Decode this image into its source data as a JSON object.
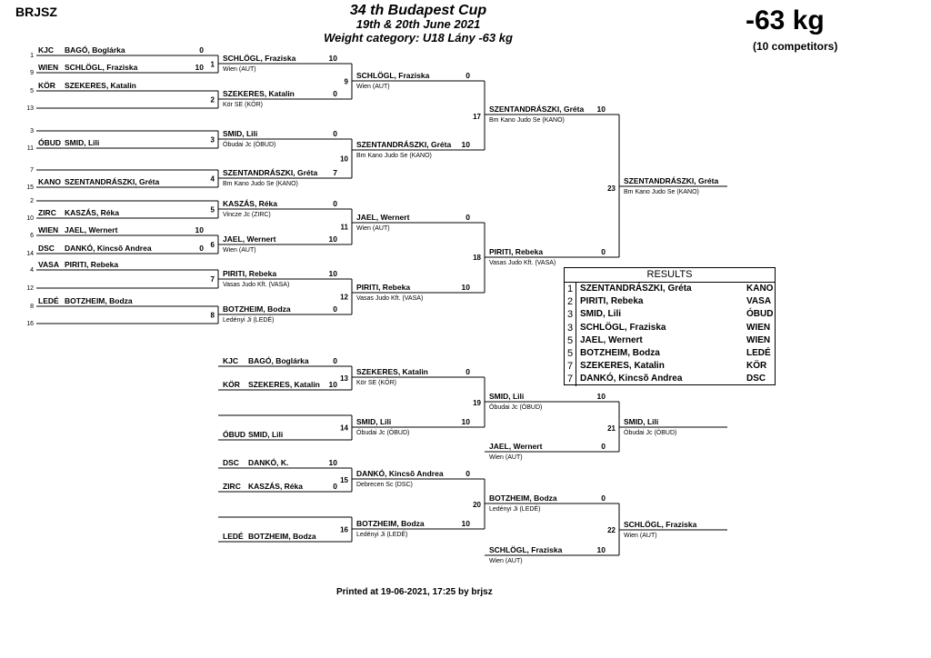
{
  "header": {
    "org": "BRJSZ",
    "title": "34 th Budapest Cup",
    "dates": "19th & 20th June 2021",
    "category": "Weight category: U18 Lány -63 kg",
    "weight": "-63 kg",
    "competitors": "(10 competitors)"
  },
  "footer": {
    "printed": "Printed at 19-06-2021, 17:25 by brjsz"
  },
  "draw": [
    {
      "seed": "1",
      "club": "KJC",
      "name": "BAGÓ, Boglárka",
      "score": "0"
    },
    {
      "seed": "9",
      "club": "WIEN",
      "name": "SCHLÖGL, Fraziska",
      "score": "10"
    },
    {
      "seed": "5",
      "club": "KÖR",
      "name": "SZEKERES, Katalin",
      "score": ""
    },
    {
      "seed": "13",
      "club": "",
      "name": "",
      "score": ""
    },
    {
      "seed": "3",
      "club": "",
      "name": "",
      "score": ""
    },
    {
      "seed": "11",
      "club": "ÓBUD",
      "name": "SMID, Lili",
      "score": ""
    },
    {
      "seed": "7",
      "club": "",
      "name": "",
      "score": ""
    },
    {
      "seed": "15",
      "club": "KANO",
      "name": "SZENTANDRÁSZKI, Gréta",
      "score": ""
    },
    {
      "seed": "2",
      "club": "",
      "name": "",
      "score": ""
    },
    {
      "seed": "10",
      "club": "ZIRC",
      "name": "KASZÁS, Réka",
      "score": ""
    },
    {
      "seed": "6",
      "club": "WIEN",
      "name": "JAEL, Wernert",
      "score": "10"
    },
    {
      "seed": "14",
      "club": "DSC",
      "name": "DANKÓ, Kincsõ Andrea",
      "score": "0"
    },
    {
      "seed": "4",
      "club": "VASA",
      "name": "PIRITI, Rebeka",
      "score": ""
    },
    {
      "seed": "12",
      "club": "",
      "name": "",
      "score": ""
    },
    {
      "seed": "8",
      "club": "LEDÉ",
      "name": "BOTZHEIM, Bodza",
      "score": ""
    },
    {
      "seed": "16",
      "club": "",
      "name": "",
      "score": ""
    }
  ],
  "round1": [
    {
      "no": "1",
      "name": "SCHLÖGL, Fraziska",
      "club": "Wien (AUT)",
      "score": "10"
    },
    {
      "no": "2",
      "name": "SZEKERES, Katalin",
      "club": "Kör SE (KÖR)",
      "score": "0"
    },
    {
      "no": "3",
      "name": "SMID, Lili",
      "club": "Óbudai Jc (ÓBUD)",
      "score": "0"
    },
    {
      "no": "4",
      "name": "SZENTANDRÁSZKI, Gréta",
      "club": "Bm Kano Judo Se (KANO)",
      "score": "7"
    },
    {
      "no": "5",
      "name": "KASZÁS, Réka",
      "club": "Vincze Jc (ZIRC)",
      "score": "0"
    },
    {
      "no": "6",
      "name": "JAEL, Wernert",
      "club": "Wien (AUT)",
      "score": "10"
    },
    {
      "no": "7",
      "name": "PIRITI, Rebeka",
      "club": "Vasas Judo Kft. (VASA)",
      "score": "10"
    },
    {
      "no": "8",
      "name": "BOTZHEIM, Bodza",
      "club": "Ledényi Ji (LEDÉ)",
      "score": "0"
    }
  ],
  "round2": [
    {
      "no": "9",
      "name": "SCHLÖGL, Fraziska",
      "club": "Wien (AUT)",
      "score": "0"
    },
    {
      "no": "10",
      "name": "SZENTANDRÁSZKI, Gréta",
      "club": "Bm Kano Judo Se (KANO)",
      "score": "10"
    },
    {
      "no": "11",
      "name": "JAEL, Wernert",
      "club": "Wien (AUT)",
      "score": "0"
    },
    {
      "no": "12",
      "name": "PIRITI, Rebeka",
      "club": "Vasas Judo Kft. (VASA)",
      "score": "10"
    }
  ],
  "semis": [
    {
      "no": "17",
      "name": "SZENTANDRÁSZKI, Gréta",
      "club": "Bm Kano Judo Se (KANO)",
      "score": "10"
    },
    {
      "no": "18",
      "name": "PIRITI, Rebeka",
      "club": "Vasas Judo Kft. (VASA)",
      "score": "0"
    }
  ],
  "final": {
    "no": "23",
    "name": "SZENTANDRÁSZKI, Gréta",
    "club": "Bm Kano Judo Se (KANO)"
  },
  "repechage_entries": [
    {
      "club": "KJC",
      "name": "BAGÓ, Boglárka",
      "score": "0"
    },
    {
      "club": "KÖR",
      "name": "SZEKERES, Katalin",
      "score": "10"
    },
    {
      "club": "ÓBUD",
      "name": "SMID, Lili",
      "score": ""
    },
    {
      "club": "DSC",
      "name": "DANKÓ, K.",
      "score": "10"
    },
    {
      "club": "ZIRC",
      "name": "KASZÁS, Réka",
      "score": "0"
    },
    {
      "club": "LEDÉ",
      "name": "BOTZHEIM, Bodza",
      "score": ""
    }
  ],
  "repechage_r1": [
    {
      "no": "13",
      "name": "SZEKERES, Katalin",
      "club": "Kör SE (KÖR)",
      "score": "0"
    },
    {
      "no": "14",
      "name": "SMID, Lili",
      "club": "Óbudai Jc (ÓBUD)",
      "score": "10"
    },
    {
      "no": "15",
      "name": "DANKÓ, Kincsõ Andrea",
      "club": "Debrecen Sc (DSC)",
      "score": "0"
    },
    {
      "no": "16",
      "name": "BOTZHEIM, Bodza",
      "club": "Ledényi Ji (LEDÉ)",
      "score": "10"
    }
  ],
  "repechage_r2": [
    {
      "no": "19",
      "name": "SMID, Lili",
      "club": "Óbudai Jc (ÓBUD)",
      "score": "10"
    },
    {
      "no": "",
      "name": "JAEL, Wernert",
      "club": "Wien (AUT)",
      "score": "0"
    },
    {
      "no": "20",
      "name": "BOTZHEIM, Bodza",
      "club": "Ledényi Ji (LEDÉ)",
      "score": "0"
    },
    {
      "no": "",
      "name": "SCHLÖGL, Fraziska",
      "club": "Wien (AUT)",
      "score": "10"
    }
  ],
  "bronze": [
    {
      "no": "21",
      "name": "SMID, Lili",
      "club": "Óbudai Jc (ÓBUD)"
    },
    {
      "no": "22",
      "name": "SCHLÖGL, Fraziska",
      "club": "Wien (AUT)"
    }
  ],
  "results": {
    "title": "RESULTS",
    "rows": [
      {
        "place": "1",
        "name": "SZENTANDRÁSZKI, Gréta",
        "club": "KANO"
      },
      {
        "place": "2",
        "name": "PIRITI, Rebeka",
        "club": "VASA"
      },
      {
        "place": "3",
        "name": "SMID, Lili",
        "club": "ÓBUD"
      },
      {
        "place": "3",
        "name": "SCHLÖGL, Fraziska",
        "club": "WIEN"
      },
      {
        "place": "5",
        "name": "JAEL, Wernert",
        "club": "WIEN"
      },
      {
        "place": "5",
        "name": "BOTZHEIM, Bodza",
        "club": "LEDÉ"
      },
      {
        "place": "7",
        "name": "SZEKERES, Katalin",
        "club": "KÖR"
      },
      {
        "place": "7",
        "name": "DANKÓ, Kincsõ Andrea",
        "club": "DSC"
      }
    ]
  }
}
